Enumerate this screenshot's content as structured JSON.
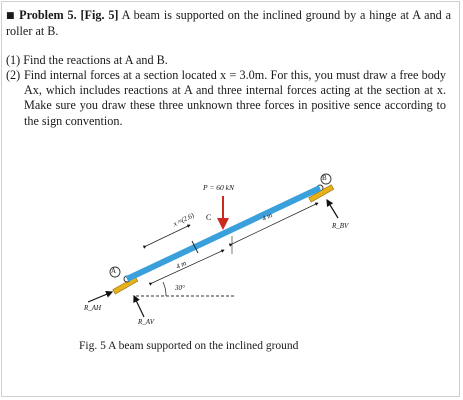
{
  "problem": {
    "bullet": "■",
    "heading": "Problem 5. [Fig. 5]",
    "statement": "A beam is supported on the inclined ground by a hinge at A and a roller at B."
  },
  "questions": [
    {
      "number": "(1)",
      "text": "Find the reactions at A and B."
    },
    {
      "number": "(2)",
      "text": "Find internal forces at a section located x = 3.0m. For this, you must draw a free body Ax, which includes reactions at A and three internal forces acting at the section at x. Make sure you draw these three unknown three forces in positive sence according to the sign convention."
    }
  ],
  "diagram": {
    "load_label": "P = 60 kN",
    "section_label": "x",
    "section_note": "x ≈(2.6)",
    "section_mark": "C",
    "dim_upper": "4 m",
    "dim_lower": "4 m",
    "angle": "30°",
    "point_a": "A",
    "point_b": "B",
    "reaction_ah": "R_AH",
    "reaction_av": "R_AV",
    "reaction_bv": "R_BV"
  },
  "caption": "Fig. 5 A beam supported on the inclined ground",
  "colors": {
    "beam": "#3aa0dc",
    "support": "#e8b117",
    "load_arrow": "#cc2a1f",
    "text": "#1a1a1a"
  }
}
